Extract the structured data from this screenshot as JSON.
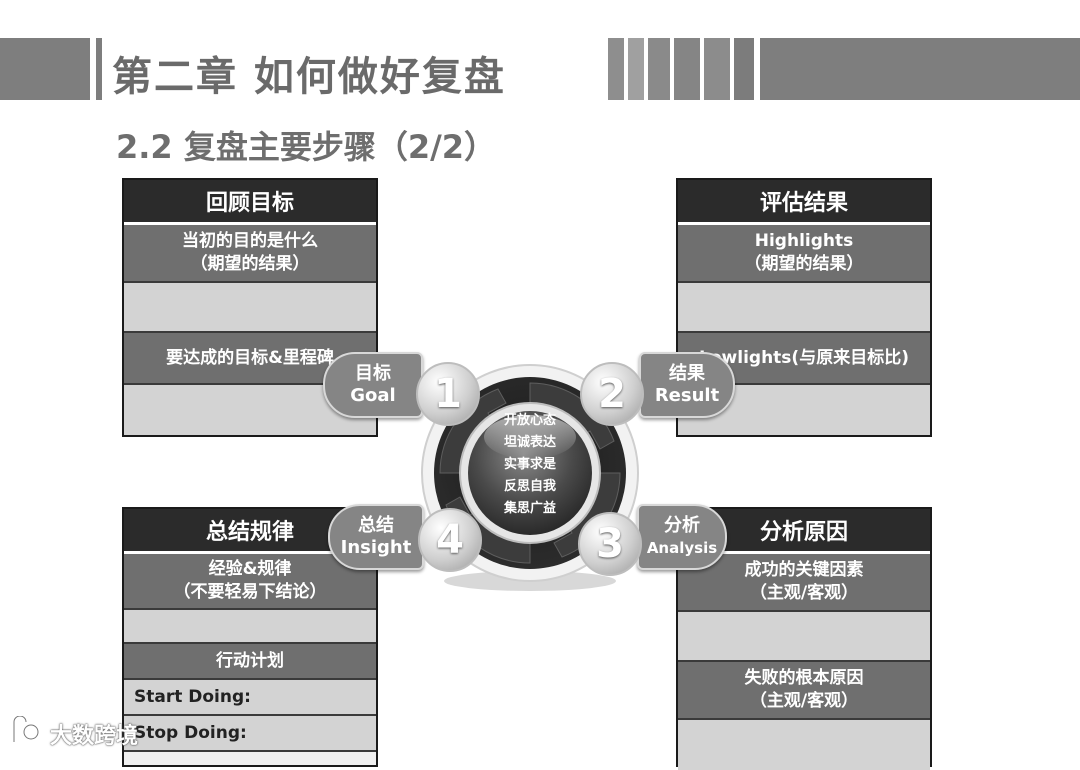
{
  "header": {
    "title": "第二章 如何做好复盘",
    "subtitle": "2.2 复盘主要步骤（2/2）"
  },
  "panels": {
    "review": {
      "title": "回顾目标",
      "row1": "当初的目的是什么\n（期望的结果）",
      "row3": "要达成的目标&里程碑"
    },
    "evaluate": {
      "title": "评估结果",
      "row1": "Highlights\n（期望的结果）",
      "row3": "Lowlights(与原来目标比)"
    },
    "summary": {
      "title": "总结规律",
      "row1": "经验&规律\n（不要轻易下结论）",
      "row3": "行动计划",
      "row4": "Start Doing:",
      "row5": "Stop Doing:"
    },
    "analyze": {
      "title": "分析原因",
      "row1": "成功的关键因素\n（主观/客观）",
      "row3": "失败的根本原因\n（主观/客观）"
    }
  },
  "wheel": {
    "steps": [
      {
        "num": "1",
        "cn": "目标",
        "en": "Goal"
      },
      {
        "num": "2",
        "cn": "结果",
        "en": "Result"
      },
      {
        "num": "3",
        "cn": "分析",
        "en": "Analysis"
      },
      {
        "num": "4",
        "cn": "总结",
        "en": "Insight"
      }
    ],
    "center": [
      "开放心态",
      "坦诚表达",
      "实事求是",
      "反思自我",
      "集思广益"
    ]
  },
  "watermark": "大数跨境"
}
